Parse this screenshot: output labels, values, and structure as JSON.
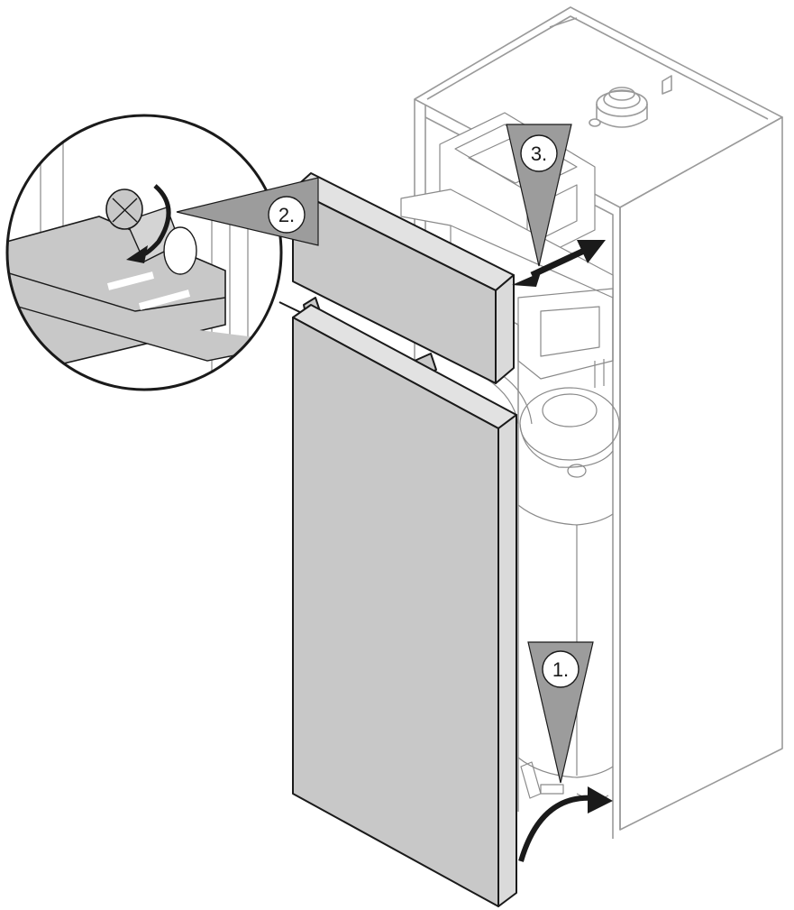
{
  "diagram": {
    "colors": {
      "line": "#1a1a1a",
      "light_line": "#9a9a9a",
      "panel_fill": "#c8c8c8",
      "pointer_fill": "#9c9c9c",
      "background": "#ffffff"
    },
    "steps": [
      {
        "id": "step-1",
        "label": "1."
      },
      {
        "id": "step-2",
        "label": "2."
      },
      {
        "id": "step-3",
        "label": "3."
      }
    ]
  }
}
